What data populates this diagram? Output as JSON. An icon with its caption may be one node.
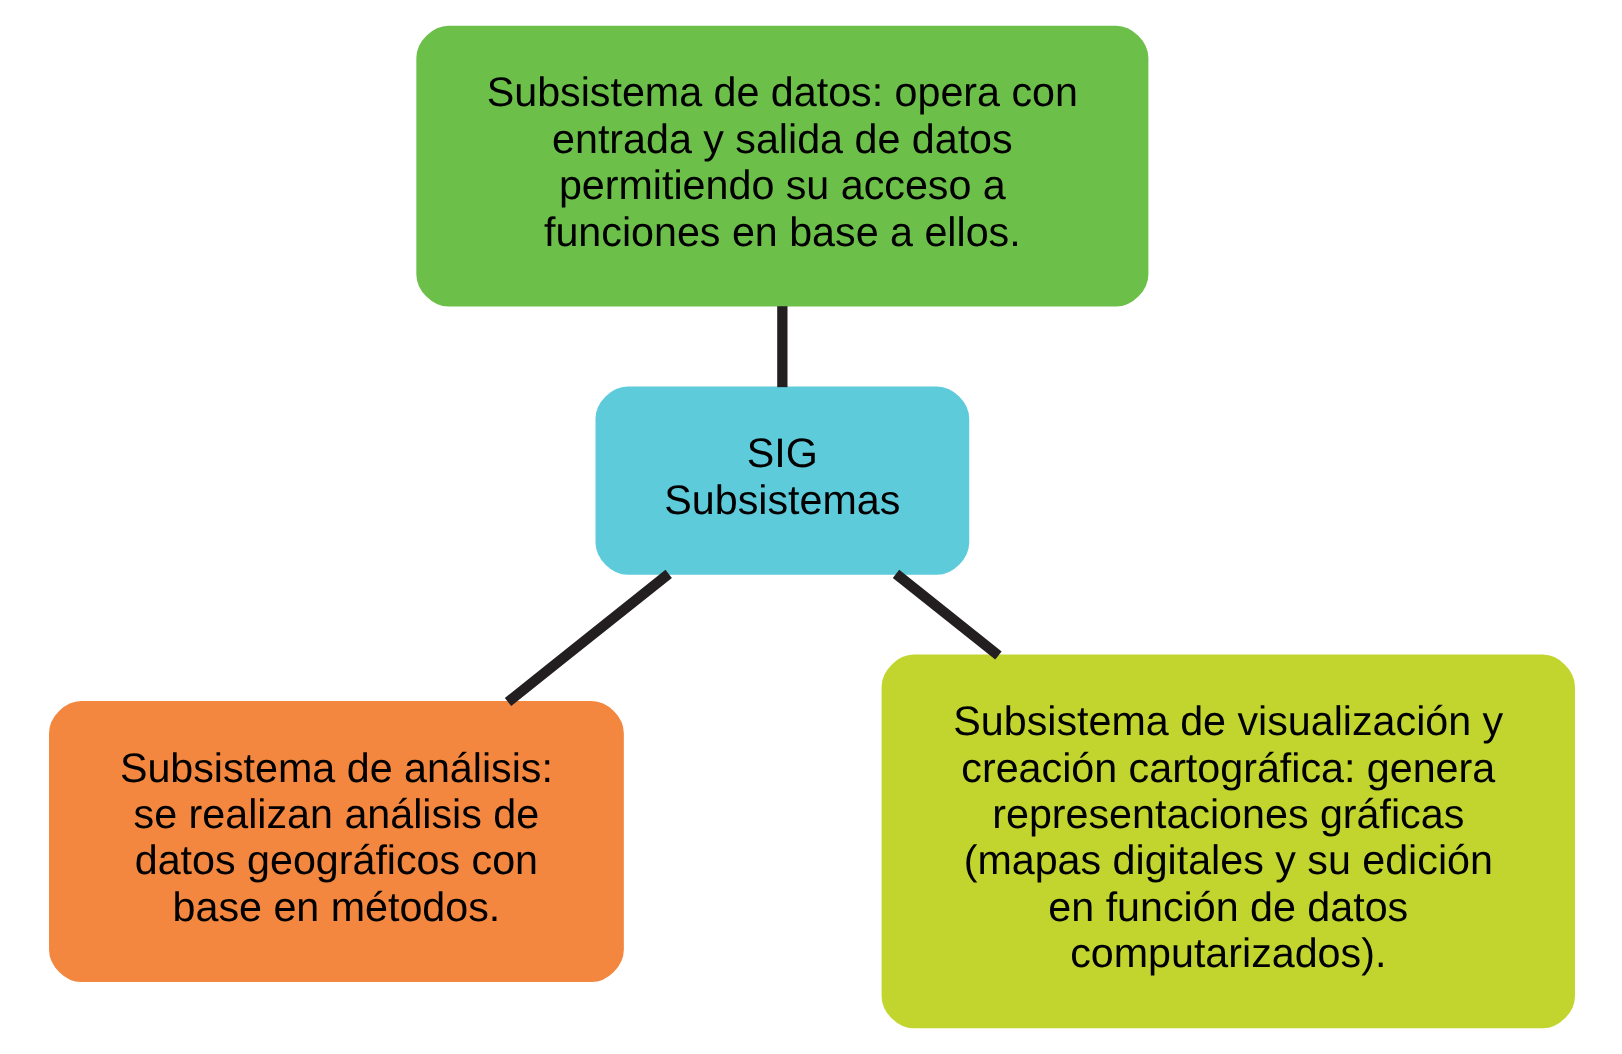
{
  "diagram": {
    "nodes": [
      {
        "text": [
          "Subsistema de datos: opera con entrada y salida de datos permitiendo su acceso a funciones en base a ellos."
        ]
      },
      {
        "text": [
          "SIG Subsistemas"
        ]
      },
      {
        "text": [
          "Subsistema de análisis: se realizan análisis de datos geográficos con base en métodos."
        ]
      },
      {
        "text": [
          "Subsistema de visualización y creación cartográfica: genera representaciones gráficas (mapas digitales y su edición en función de datos computarizados)."
        ]
      }
    ],
    "edges": [
      {
        "from": 0,
        "to": 1,
        "arrow": "none"
      },
      {
        "from": 1,
        "to": 2,
        "arrow": "none"
      },
      {
        "from": 1,
        "to": 3,
        "arrow": "none"
      }
    ]
  }
}
